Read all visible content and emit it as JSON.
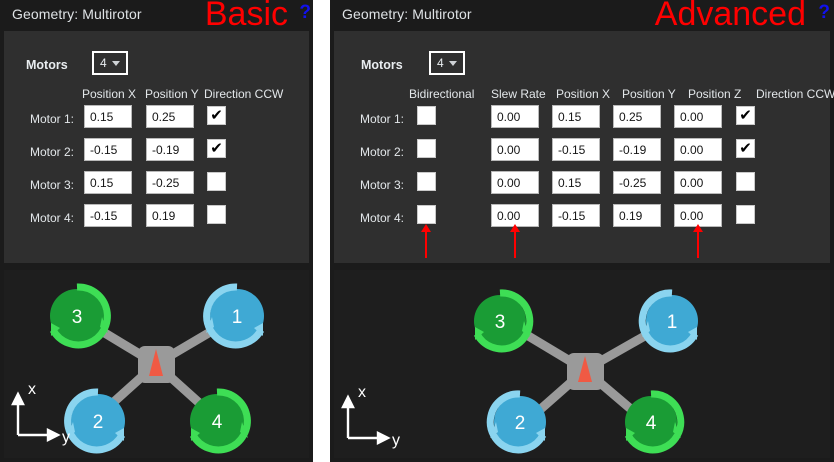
{
  "panels": [
    {
      "id": "basic",
      "title": "Geometry: Multirotor",
      "mode_label": "Basic",
      "help_icon": "?",
      "motors_label": "Motors",
      "motors_value": "4",
      "motors_options": [
        "4"
      ],
      "columns": [
        "Position X",
        "Position Y",
        "Direction CCW"
      ],
      "rows": [
        {
          "label": "Motor 1:",
          "position_x": "0.15",
          "position_y": "0.25",
          "direction_ccw": true
        },
        {
          "label": "Motor 2:",
          "position_x": "-0.15",
          "position_y": "-0.19",
          "direction_ccw": true
        },
        {
          "label": "Motor 3:",
          "position_x": "0.15",
          "position_y": "-0.25",
          "direction_ccw": false
        },
        {
          "label": "Motor 4:",
          "position_x": "-0.15",
          "position_y": "0.19",
          "direction_ccw": false
        }
      ],
      "annotations": []
    },
    {
      "id": "advanced",
      "title": "Geometry: Multirotor",
      "mode_label": "Advanced",
      "help_icon": "?",
      "motors_label": "Motors",
      "motors_value": "4",
      "motors_options": [
        "4"
      ],
      "columns": [
        "Bidirectional",
        "Slew Rate",
        "Position X",
        "Position Y",
        "Position Z",
        "Direction CCW"
      ],
      "rows": [
        {
          "label": "Motor 1:",
          "bidirectional": false,
          "slew_rate": "0.00",
          "position_x": "0.15",
          "position_y": "0.25",
          "position_z": "0.00",
          "direction_ccw": true
        },
        {
          "label": "Motor 2:",
          "bidirectional": false,
          "slew_rate": "0.00",
          "position_x": "-0.15",
          "position_y": "-0.19",
          "position_z": "0.00",
          "direction_ccw": true
        },
        {
          "label": "Motor 3:",
          "bidirectional": false,
          "slew_rate": "0.00",
          "position_x": "0.15",
          "position_y": "-0.25",
          "position_z": "0.00",
          "direction_ccw": false
        },
        {
          "label": "Motor 4:",
          "bidirectional": false,
          "slew_rate": "0.00",
          "position_x": "-0.15",
          "position_y": "0.19",
          "position_z": "0.00",
          "direction_ccw": false
        }
      ],
      "annotations": [
        "Bidirectional",
        "Slew Rate",
        "Position Z"
      ]
    }
  ],
  "diagram": {
    "axis_x_label": "x",
    "axis_y_label": "y",
    "motors": [
      {
        "number": "1",
        "color": "#3fa9d4",
        "arc_color": "#8ad4ef",
        "spin": "ccw",
        "pos": "top-right"
      },
      {
        "number": "2",
        "color": "#3fa9d4",
        "arc_color": "#8ad4ef",
        "spin": "ccw",
        "pos": "bottom-left"
      },
      {
        "number": "3",
        "color": "#1a9c35",
        "arc_color": "#3ede55",
        "spin": "cw",
        "pos": "top-left"
      },
      {
        "number": "4",
        "color": "#1a9c35",
        "arc_color": "#3ede55",
        "spin": "cw",
        "pos": "bottom-right"
      }
    ],
    "body_color": "#9a9a9a",
    "arm_color": "#9a9a9a",
    "nose_color": "#f05a44"
  },
  "colors": {
    "mode_red": "#ff0000",
    "help_blue": "#1111ee",
    "panel_bg": "#1b1b1b",
    "form_bg": "#2f2f2f",
    "diagram_bg": "#1e1e1e",
    "arrow_red": "#ff0000"
  }
}
